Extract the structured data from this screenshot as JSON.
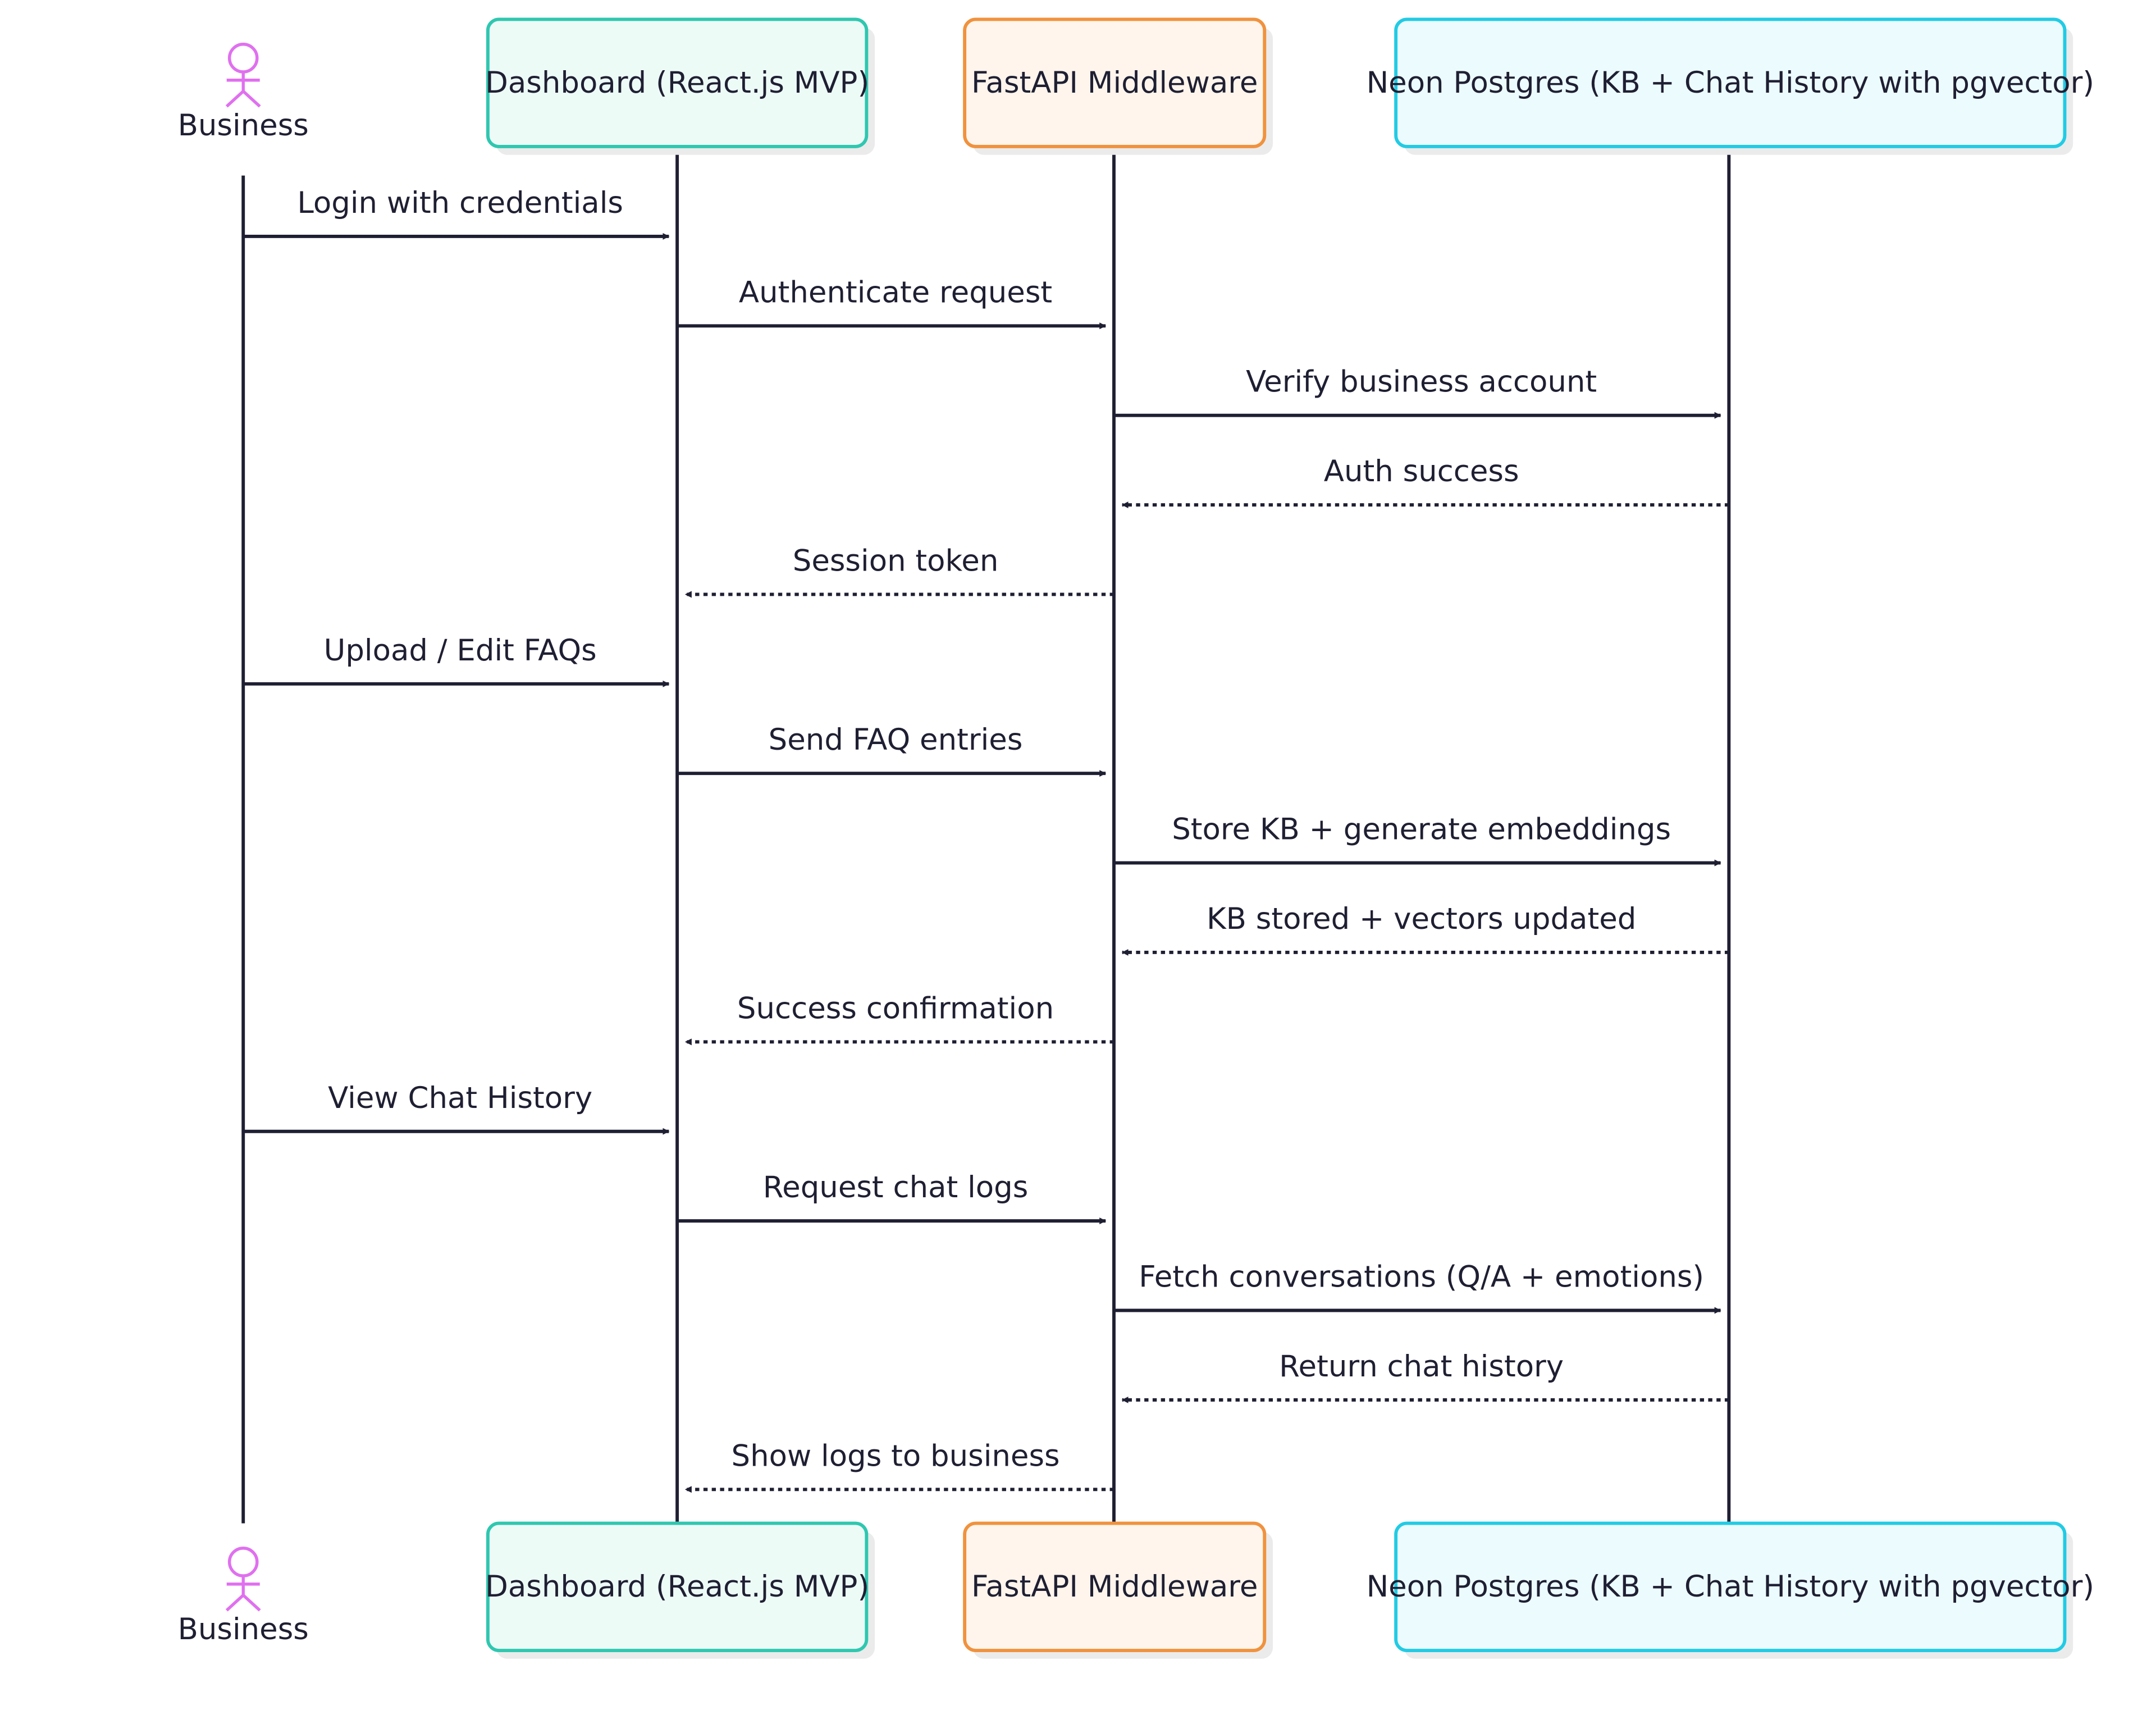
{
  "actor": {
    "label": "Business",
    "color": "#e070ef"
  },
  "participants": [
    {
      "id": "dashboard",
      "label": "Dashboard (React.js MVP)",
      "fill": "#edfbf7",
      "stroke": "#2fc7b0"
    },
    {
      "id": "fastapi",
      "label": "FastAPI Middleware",
      "fill": "#fff5ec",
      "stroke": "#f0923e"
    },
    {
      "id": "neon",
      "label": "Neon Postgres (KB + Chat History with pgvector)",
      "fill": "#ecfbfd",
      "stroke": "#22cbe4"
    }
  ],
  "messages": [
    {
      "from": "business",
      "to": "dashboard",
      "label": "Login with credentials",
      "style": "solid"
    },
    {
      "from": "dashboard",
      "to": "fastapi",
      "label": "Authenticate request",
      "style": "solid"
    },
    {
      "from": "fastapi",
      "to": "neon",
      "label": "Verify business account",
      "style": "solid"
    },
    {
      "from": "neon",
      "to": "fastapi",
      "label": "Auth success",
      "style": "dashed"
    },
    {
      "from": "fastapi",
      "to": "dashboard",
      "label": "Session token",
      "style": "dashed"
    },
    {
      "from": "business",
      "to": "dashboard",
      "label": "Upload / Edit FAQs",
      "style": "solid"
    },
    {
      "from": "dashboard",
      "to": "fastapi",
      "label": "Send FAQ entries",
      "style": "solid"
    },
    {
      "from": "fastapi",
      "to": "neon",
      "label": "Store KB + generate embeddings",
      "style": "solid"
    },
    {
      "from": "neon",
      "to": "fastapi",
      "label": "KB stored + vectors updated",
      "style": "dashed"
    },
    {
      "from": "fastapi",
      "to": "dashboard",
      "label": "Success confirmation",
      "style": "dashed"
    },
    {
      "from": "business",
      "to": "dashboard",
      "label": "View Chat History",
      "style": "solid"
    },
    {
      "from": "dashboard",
      "to": "fastapi",
      "label": "Request chat logs",
      "style": "solid"
    },
    {
      "from": "fastapi",
      "to": "neon",
      "label": "Fetch conversations (Q/A + emotions)",
      "style": "solid"
    },
    {
      "from": "neon",
      "to": "fastapi",
      "label": "Return chat history",
      "style": "dashed"
    },
    {
      "from": "fastapi",
      "to": "dashboard",
      "label": "Show logs to business",
      "style": "dashed"
    }
  ],
  "colors": {
    "line": "#1f1f33",
    "text": "#1f1f33",
    "shadow": "#ebebeb"
  }
}
